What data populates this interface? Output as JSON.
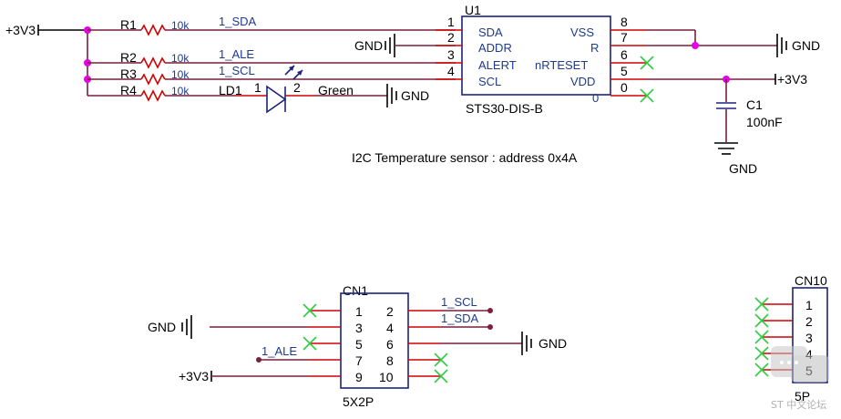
{
  "nets": {
    "v33": "+3V3",
    "gnd": "GND",
    "sda": "1_SDA",
    "ale": "1_ALE",
    "scl": "1_SCL"
  },
  "resistors": [
    {
      "ref": "R1",
      "value": "10k"
    },
    {
      "ref": "R2",
      "value": "10k"
    },
    {
      "ref": "R3",
      "value": "10k"
    },
    {
      "ref": "R4",
      "value": "10k"
    }
  ],
  "led": {
    "ref": "LD1",
    "pin1": "1",
    "pin2": "2",
    "color": "Green"
  },
  "u1": {
    "ref": "U1",
    "part": "STS30-DIS-B",
    "left_pins": [
      {
        "num": "1",
        "name": "SDA"
      },
      {
        "num": "2",
        "name": "ADDR"
      },
      {
        "num": "3",
        "name": "ALERT"
      },
      {
        "num": "4",
        "name": "SCL"
      }
    ],
    "right_pins": [
      {
        "num": "8",
        "name": "VSS"
      },
      {
        "num": "7",
        "name": "R"
      },
      {
        "num": "6",
        "name": "nRTESET"
      },
      {
        "num": "5",
        "name": "VDD"
      },
      {
        "num": "0",
        "name": "0"
      }
    ]
  },
  "c1": {
    "ref": "C1",
    "value": "100nF"
  },
  "caption": "I2C Temperature sensor : address 0x4A",
  "cn1": {
    "ref": "CN1",
    "part": "5X2P",
    "left_pins": [
      "1",
      "3",
      "5",
      "7",
      "9"
    ],
    "right_pins": [
      "2",
      "4",
      "6",
      "8",
      "10"
    ]
  },
  "cn10": {
    "ref": "CN10",
    "part": "5P",
    "pins": [
      "1",
      "2",
      "3",
      "4",
      "5"
    ]
  },
  "watermark": "ST 中文论坛"
}
